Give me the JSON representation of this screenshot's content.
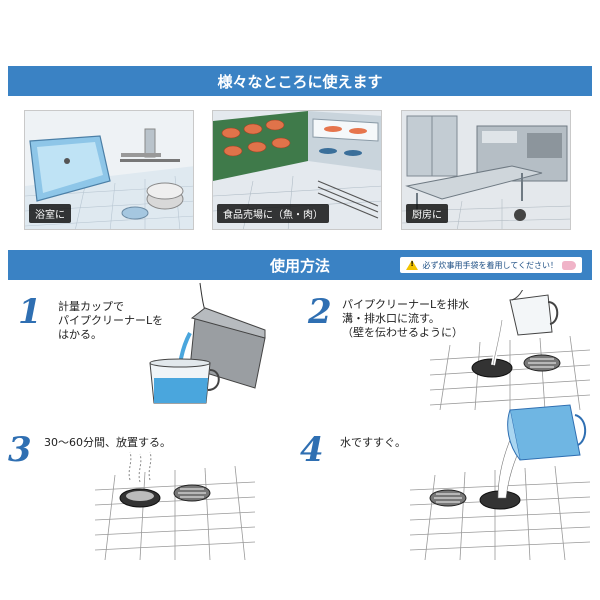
{
  "section1": {
    "title": "様々なところに使えます"
  },
  "places": [
    {
      "label": "浴室に"
    },
    {
      "label": "食品売場に（魚・肉）"
    },
    {
      "label": "厨房に"
    }
  ],
  "section2": {
    "title": "使用方法",
    "safety_note": "必ず炊事用手袋を着用してください！"
  },
  "steps": [
    {
      "number": "1",
      "lines": [
        "計量カップで",
        "パイプクリーナーLを",
        "はかる。"
      ]
    },
    {
      "number": "2",
      "lines": [
        "パイプクリーナーLを排水",
        "溝・排水口に流す。",
        "（壁を伝わせるように）"
      ]
    },
    {
      "number": "3",
      "lines": [
        "30～60分間、放置する。"
      ]
    },
    {
      "number": "4",
      "lines": [
        "水ですすぐ。"
      ]
    }
  ],
  "colors": {
    "banner": "#3a82c4",
    "step_number": "#2f6fb2",
    "warning": "#f2c300"
  }
}
